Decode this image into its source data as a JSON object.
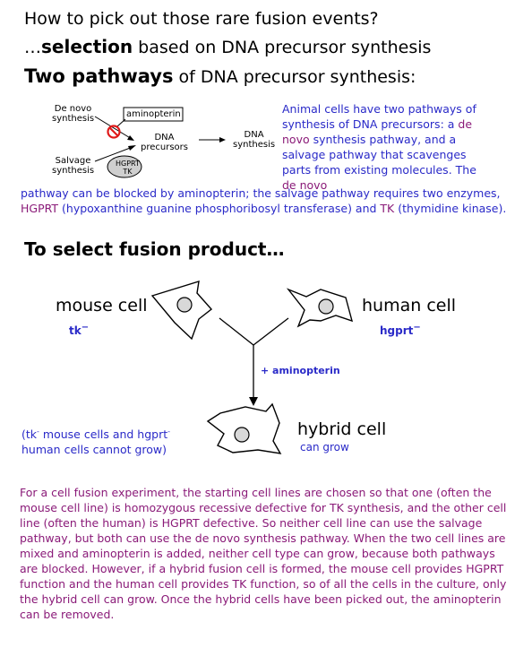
{
  "title": {
    "line1": "How to pick out those rare fusion events?",
    "line2_prefix": "…",
    "line2_bold": "selection",
    "line2_rest": " based on DNA precursor synthesis",
    "line3_bold": "Two pathways",
    "line3_rest": " of DNA precursor synthesis:"
  },
  "pathway_diagram": {
    "de_novo_1": "De novo",
    "de_novo_2": "synthesis",
    "aminopterin_box": "aminopterin",
    "dna_precursors_1": "DNA",
    "dna_precursors_2": "precursors",
    "dna_synthesis_1": "DNA",
    "dna_synthesis_2": "synthesis",
    "salvage_1": "Salvage",
    "salvage_2": "synthesis",
    "enzyme_1": "HGPRT",
    "enzyme_2": "TK"
  },
  "intro_paragraph": {
    "part1": "Animal cells have two pathways of synthesis of DNA precursors: a ",
    "de_novo": "de novo",
    "part2": " synthesis pathway, and a salvage pathway that scavenges parts from existing molecules.  The ",
    "de_novo2": "de novo",
    "part3": " pathway can be blocked by aminopterin; the salvage pathway requires two enzymes, ",
    "hgprt": "HGPRT",
    "part4": " (hypoxanthine guanine phosphoribosyl transferase) and ",
    "tk": "TK",
    "part5": " (thymidine kinase)."
  },
  "section_heading": "To select fusion product…",
  "fusion_diagram": {
    "mouse_label": "mouse cell",
    "mouse_genotype_base": "tk",
    "mouse_genotype_sup": "−",
    "human_label": "human cell",
    "human_genotype_base": "hgprt",
    "human_genotype_sup": "−",
    "treatment": "+ aminopterin",
    "hybrid_label": "hybrid cell",
    "hybrid_status": "can grow",
    "note_1a": "(tk",
    "note_1sup": "-",
    "note_1b": " mouse cells and hgprt",
    "note_1sup2": "-",
    "note_2": "human cells cannot grow)"
  },
  "explanation": "For a cell fusion experiment, the starting cell lines are chosen so that one (often the mouse cell line) is homozygous recessive defective for TK synthesis, and the other cell line (often the human) is HGPRT defective.  So neither cell line can use the salvage pathway, but both can use the de novo synthesis pathway.  When the two cell lines are mixed and aminopterin is added, neither cell type can grow, because both pathways are blocked.  However, if a hybrid fusion cell is formed, the mouse cell provides HGPRT function and the human cell provides TK function, so of all the cells in the culture, only the hybrid cell can grow.  Once the hybrid cells have been picked out, the aminopterin can be removed.",
  "colors": {
    "blue": "#2a2ac8",
    "purple": "#8a1a78",
    "red": "#e01a1a"
  }
}
